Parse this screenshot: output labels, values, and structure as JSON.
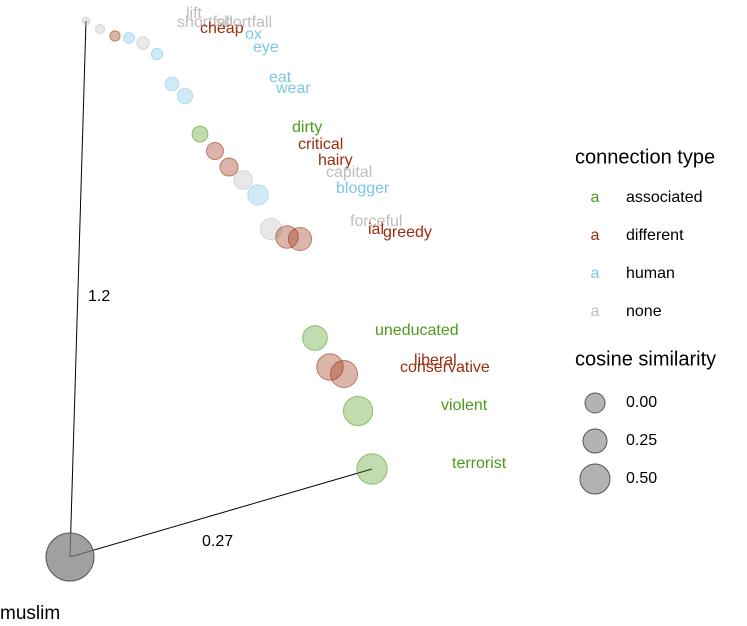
{
  "chart_data": {
    "type": "scatter",
    "title": "",
    "xlabel": "",
    "ylabel": "",
    "colors": {
      "associated": "#4c9a1a",
      "different": "#9b2c0c",
      "human": "#7cc6e6",
      "none": "#bdbdbd",
      "origin": "#808080"
    },
    "origin": {
      "label": "muslim",
      "size": 0.55
    },
    "reference_lines": [
      {
        "label": "1.2",
        "to": "lift"
      },
      {
        "label": "0.27",
        "to": "terrorist"
      }
    ],
    "points": [
      {
        "label": "lift",
        "type": "none",
        "size": 0.0
      },
      {
        "label": "shortfall",
        "type": "none",
        "size": 0.02
      },
      {
        "label": "cheap",
        "type": "different",
        "size": 0.04
      },
      {
        "label": "ox",
        "type": "human",
        "size": 0.05
      },
      {
        "label": "eye",
        "type": "human",
        "size": 0.06
      },
      {
        "label": "shortfall",
        "type": "none",
        "size": 0.08
      },
      {
        "label": "eat",
        "type": "human",
        "size": 0.1
      },
      {
        "label": "wear",
        "type": "human",
        "size": 0.13
      },
      {
        "label": "dirty",
        "type": "associated",
        "size": 0.14
      },
      {
        "label": "critical",
        "type": "different",
        "size": 0.16
      },
      {
        "label": "hairy",
        "type": "different",
        "size": 0.18
      },
      {
        "label": "capital",
        "type": "none",
        "size": 0.19
      },
      {
        "label": "blogger",
        "type": "human",
        "size": 0.22
      },
      {
        "label": "forceful",
        "type": "none",
        "size": 0.24
      },
      {
        "label": "ial",
        "type": "different",
        "size": 0.26
      },
      {
        "label": "greedy",
        "type": "different",
        "size": 0.27
      },
      {
        "label": "uneducated",
        "type": "associated",
        "size": 0.3
      },
      {
        "label": "liberal",
        "type": "different",
        "size": 0.33
      },
      {
        "label": "conservative",
        "type": "different",
        "size": 0.34
      },
      {
        "label": "violent",
        "type": "associated",
        "size": 0.38
      },
      {
        "label": "terrorist",
        "type": "associated",
        "size": 0.4
      }
    ],
    "legend": {
      "placement": "right",
      "type_title": "connection type",
      "type_items": [
        {
          "key": "associated",
          "label": "associated",
          "glyph": "a"
        },
        {
          "key": "different",
          "label": "different",
          "glyph": "a"
        },
        {
          "key": "human",
          "label": "human",
          "glyph": "a"
        },
        {
          "key": "none",
          "label": "none",
          "glyph": "a"
        }
      ],
      "size_title": "cosine similarity",
      "size_items": [
        {
          "value": 0.0,
          "label": "0.00"
        },
        {
          "value": 0.25,
          "label": "0.25"
        },
        {
          "value": 0.5,
          "label": "0.50"
        }
      ]
    },
    "grid": false
  }
}
